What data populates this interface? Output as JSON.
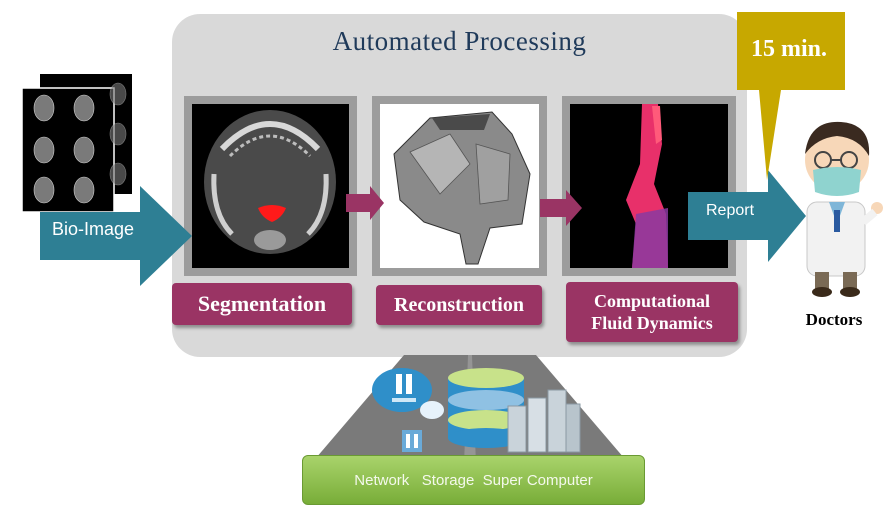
{
  "panel": {
    "title": "Automated Processing"
  },
  "steps": [
    {
      "label": "Segmentation"
    },
    {
      "label": "Reconstruction"
    },
    {
      "label": "Computational Fluid Dynamics"
    }
  ],
  "input_arrow": {
    "label": "Bio-Image"
  },
  "output_arrow": {
    "label": "Report"
  },
  "callout": {
    "text": "15 min."
  },
  "doctor": {
    "label": "Doctors"
  },
  "infrastructure": {
    "label": "Network   Storage  Super Computer"
  },
  "colors": {
    "panel": "#d9d9d9",
    "step_label": "#9a3464",
    "flow_arrow": "#9a3464",
    "blue_arrow": "#2e7f94",
    "callout": "#c7a800",
    "infra_bar": "#8bbf4a"
  }
}
